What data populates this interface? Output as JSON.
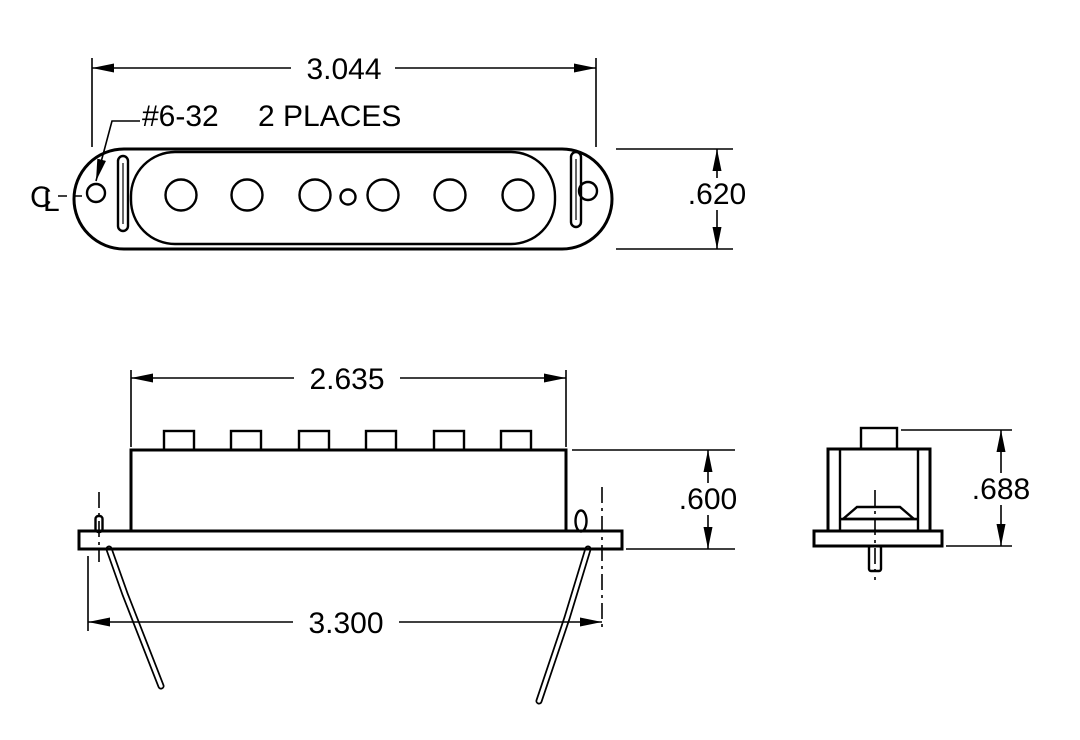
{
  "drawing": {
    "top_view": {
      "overall_width_dim": "3.044",
      "height_dim": ".620",
      "screw_thread_note": "#6-32",
      "screw_places_note": "2 PLACES",
      "centerline_c": "C",
      "centerline_l": "L"
    },
    "front_view": {
      "cover_width_dim": "2.635",
      "height_dim": ".600",
      "base_width_dim": "3.300"
    },
    "end_view": {
      "height_dim": ".688"
    }
  }
}
